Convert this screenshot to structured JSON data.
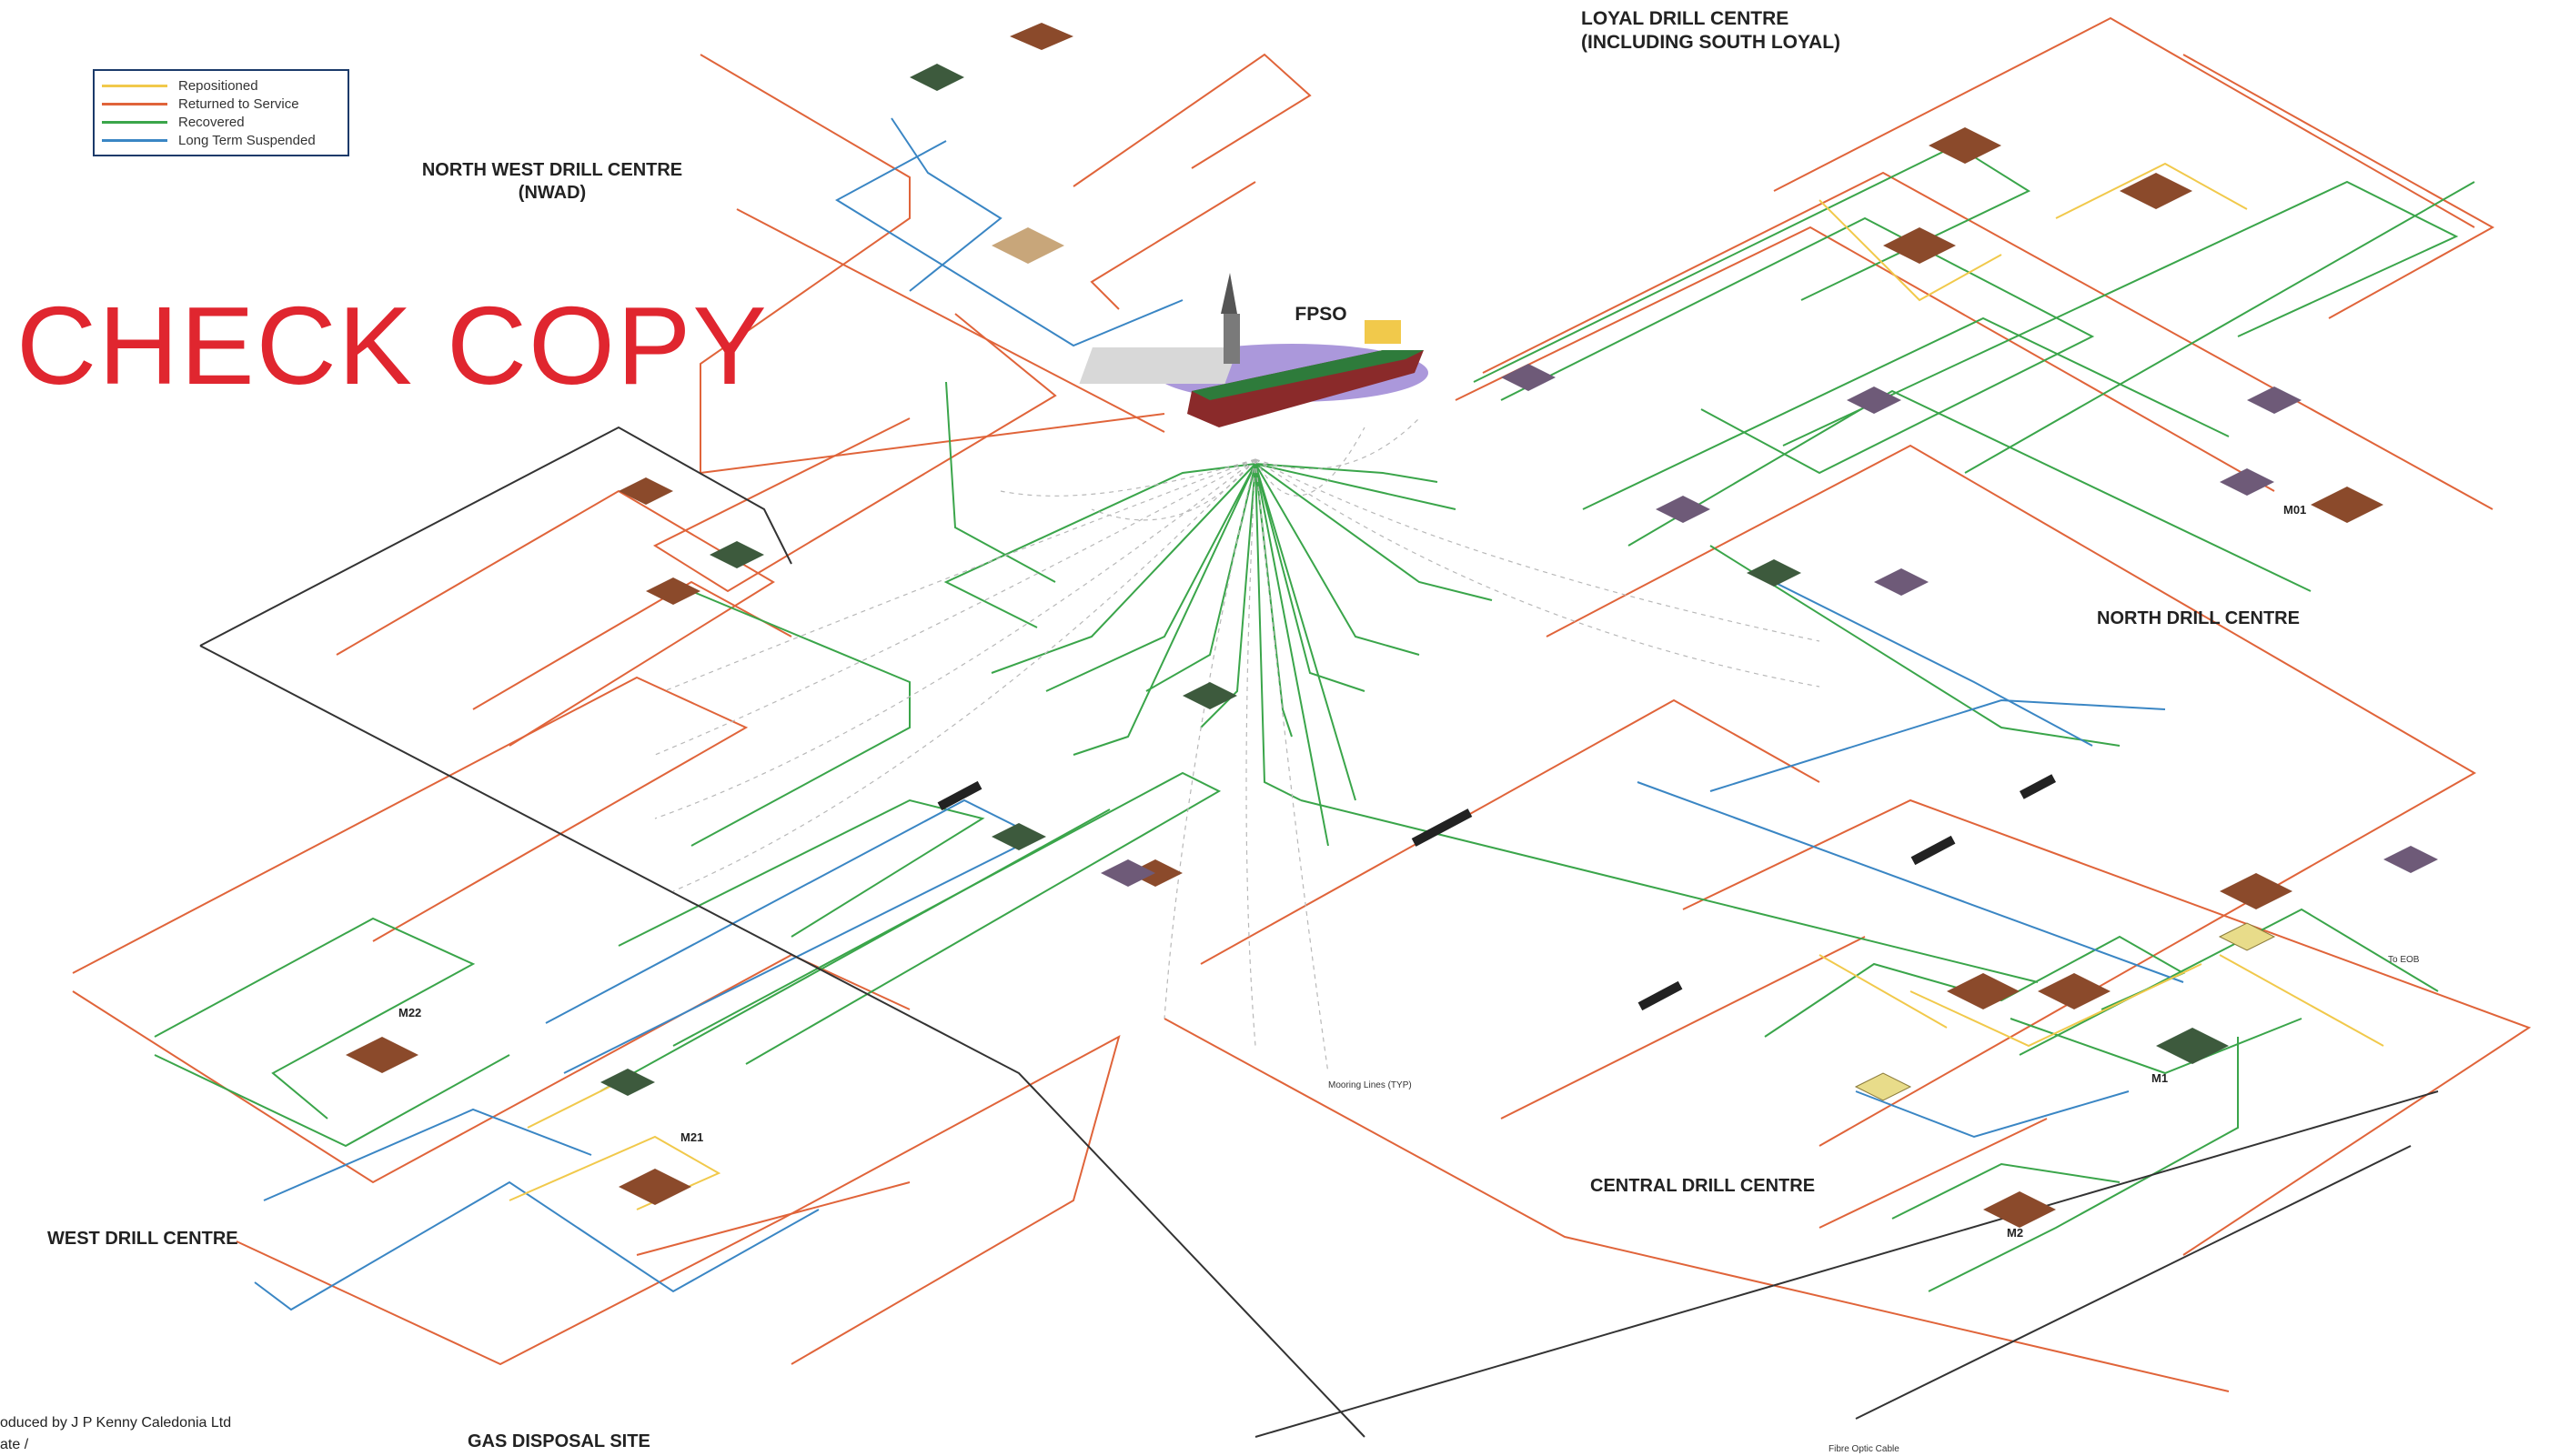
{
  "legend": {
    "items": [
      {
        "label": "Repositioned",
        "color": "#f1c94b"
      },
      {
        "label": "Returned to Service",
        "color": "#e0643a"
      },
      {
        "label": "Recovered",
        "color": "#3aa54a"
      },
      {
        "label": "Long Term Suspended",
        "color": "#3a86c4"
      }
    ]
  },
  "watermark": "CHECK COPY",
  "titles": {
    "nwad": "NORTH WEST DRILL CENTRE\n(NWAD)",
    "loyal": "LOYAL DRILL CENTRE\n(INCLUDING SOUTH LOYAL)",
    "fpso": "FPSO",
    "north": "NORTH DRILL CENTRE",
    "west": "WEST DRILL CENTRE",
    "central": "CENTRAL DRILL CENTRE",
    "gas": "GAS DISPOSAL SITE"
  },
  "footer": {
    "line1": "oduced by J P Kenny Caledonia Ltd",
    "line2": "ate /"
  },
  "labels": {
    "mooring": "Mooring Lines (TYP)",
    "fibre": "Fibre Optic Cable",
    "to_eob": "To EOB",
    "m22": "M22",
    "m21": "M21",
    "m2": "M2",
    "m01": "M01",
    "m1": "M1"
  },
  "colors": {
    "orange": "#e0643a",
    "green": "#3aa54a",
    "blue": "#3a86c4",
    "yellow": "#f1c94b",
    "dark": "#333333",
    "ship_hull": "#8a2a2a",
    "ship_shadow": "#7a5bbf"
  }
}
